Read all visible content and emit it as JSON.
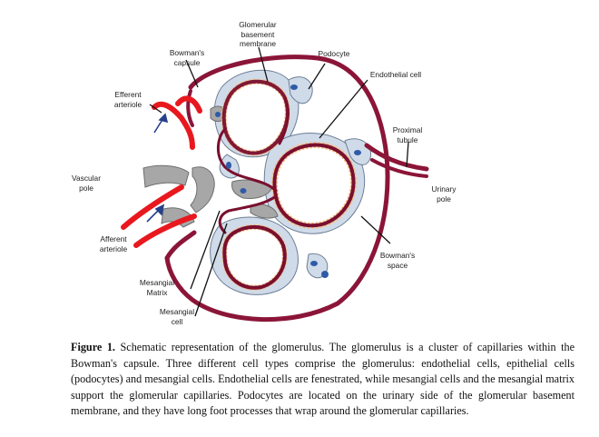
{
  "labels": {
    "gbm": "Glomerular\nbasement\nmembrane",
    "bowmans_capsule": "Bowman's\ncapsule",
    "podocyte": "Podocyte",
    "endothelial_cell": "Endothelial cell",
    "efferent_arteriole": "Efferent\narteriole",
    "proximal_tubule": "Proximal\ntubule",
    "vascular_pole": "Vascular\npole",
    "urinary_pole": "Urinary\npole",
    "afferent_arteriole": "Afferent\narteriole",
    "bowmans_space": "Bowman's\nspace",
    "mesangial_matrix": "Mesangial\nMatrix",
    "mesangial_cell": "Mesangial\ncell"
  },
  "caption": {
    "label": "Figure 1.",
    "text": "Schematic representation of the glomerulus. The glomerulus is a cluster of capillaries within the Bowman's capsule. Three different cell types comprise the glomerulus: endothelial cells, epithelial cells (podocytes) and mesangial cells. Endothelial cells are fenestrated, while mesangial cells and the mesangial matrix support the glomerular capillaries. Podocytes are located on the urinary side of the glomerular basement membrane, and they have long foot processes that wrap around the glomerular capillaries."
  },
  "colors": {
    "capsule": "#8b1538",
    "arteriole": "#e8181e",
    "podocyte": "#cfdbe9",
    "mesangium": "#a7a7a7",
    "endothelium": "#f4c08a",
    "nucleus": "#2f5aa8",
    "arrow": "#26408b"
  }
}
